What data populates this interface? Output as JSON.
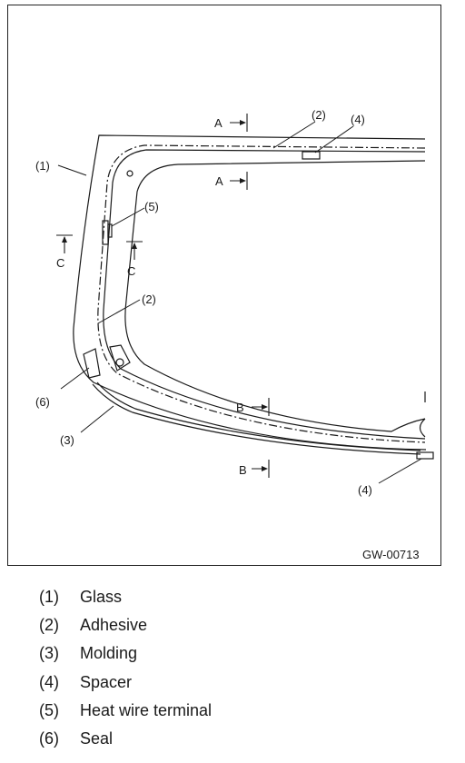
{
  "figure": {
    "id_label": "GW-00713",
    "callouts": {
      "glass": "(1)",
      "adhesive_top": "(2)",
      "adhesive_left": "(2)",
      "spacer_top": "(4)",
      "spacer_bottom": "(4)",
      "heat_wire_terminal": "(5)",
      "seal": "(6)",
      "molding": "(3)"
    },
    "section_marks": {
      "a_upper": "A",
      "a_lower": "A",
      "b_upper": "B",
      "b_lower": "B",
      "c_left": "C",
      "c_right": "C"
    }
  },
  "legend": [
    {
      "num": "(1)",
      "label": "Glass"
    },
    {
      "num": "(2)",
      "label": "Adhesive"
    },
    {
      "num": "(3)",
      "label": "Molding"
    },
    {
      "num": "(4)",
      "label": "Spacer"
    },
    {
      "num": "(5)",
      "label": "Heat wire terminal"
    },
    {
      "num": "(6)",
      "label": "Seal"
    }
  ]
}
